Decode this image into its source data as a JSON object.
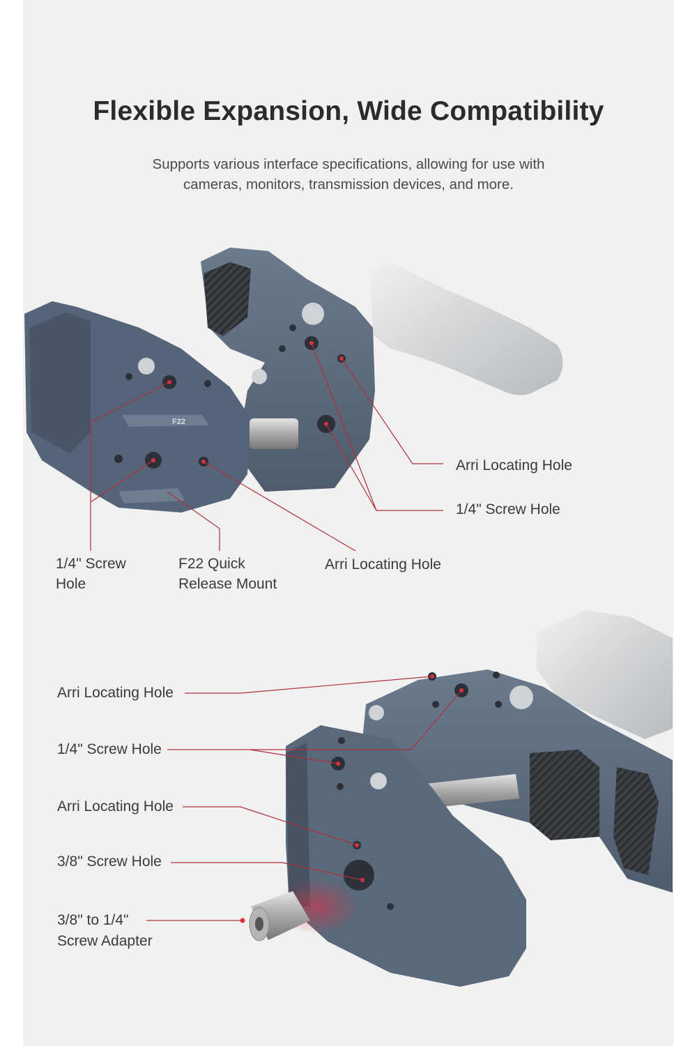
{
  "header": {
    "title": "Flexible Expansion, Wide Compatibility",
    "subtitle_line1": "Supports various interface specifications, allowing for use with",
    "subtitle_line2": "cameras, monitors, transmission devices, and more."
  },
  "product_mark": "F22",
  "top_callouts": {
    "arri_right": "Arri Locating Hole",
    "screw_right": "1/4\" Screw Hole",
    "screw_left_line1": "1/4\" Screw",
    "screw_left_line2": "Hole",
    "f22_line1": "F22 Quick",
    "f22_line2": "Release Mount",
    "arri_bottom": "Arri Locating Hole"
  },
  "bottom_callouts": {
    "arri_top": "Arri Locating Hole",
    "screw_quarter": "1/4\" Screw Hole",
    "arri_mid": "Arri Locating Hole",
    "screw_three_eighths": "3/8\" Screw Hole",
    "adapter_line1": "3/8\" to 1/4\"",
    "adapter_line2": "Screw Adapter"
  },
  "colors": {
    "background": "#f1f1f1",
    "clamp_body": "#5d6b7e",
    "callout_line": "#b0303a",
    "knob": "#d4d6d8"
  }
}
